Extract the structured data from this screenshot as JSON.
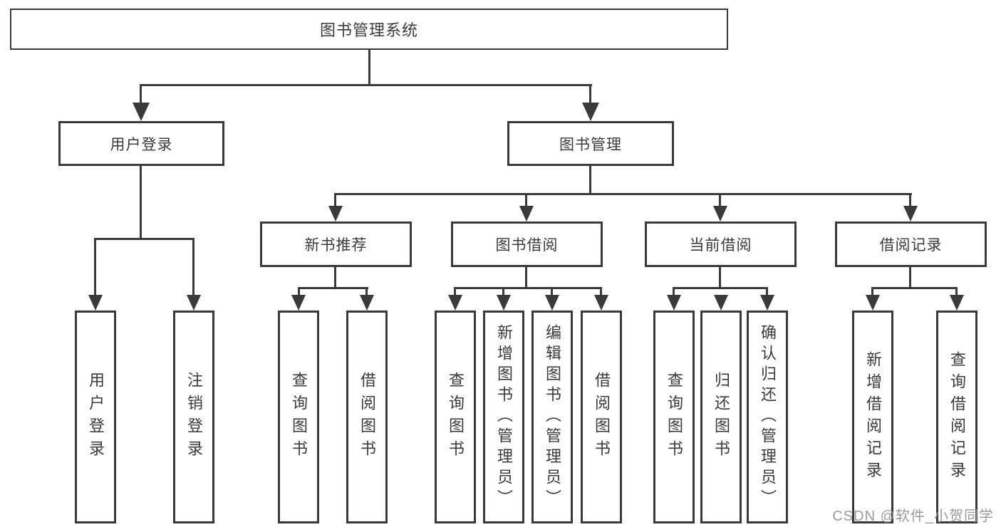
{
  "diagram": {
    "root": {
      "label": "图书管理系统"
    },
    "branches": [
      {
        "label": "用户登录",
        "children": [
          {
            "label": "用户登录"
          },
          {
            "label": "注销登录"
          }
        ]
      },
      {
        "label": "图书管理",
        "children": [
          {
            "label": "新书推荐",
            "children": [
              {
                "label": "查询图书"
              },
              {
                "label": "借阅图书"
              }
            ]
          },
          {
            "label": "图书借阅",
            "children": [
              {
                "label": "查询图书"
              },
              {
                "label": "新增图书（管理员）"
              },
              {
                "label": "编辑图书（管理员）"
              },
              {
                "label": "借阅图书"
              }
            ]
          },
          {
            "label": "当前借阅",
            "children": [
              {
                "label": "查询图书"
              },
              {
                "label": "归还图书"
              },
              {
                "label": "确认归还（管理员）"
              }
            ]
          },
          {
            "label": "借阅记录",
            "children": [
              {
                "label": "新增借阅记录"
              },
              {
                "label": "查询借阅记录"
              }
            ]
          }
        ]
      }
    ]
  },
  "watermark": {
    "text": "CSDN @软件_小贺同学"
  },
  "colors": {
    "line": "#3a3a3a",
    "text": "#3a3a3a",
    "bg": "#ffffff",
    "watermark": "#9b9b9b"
  }
}
